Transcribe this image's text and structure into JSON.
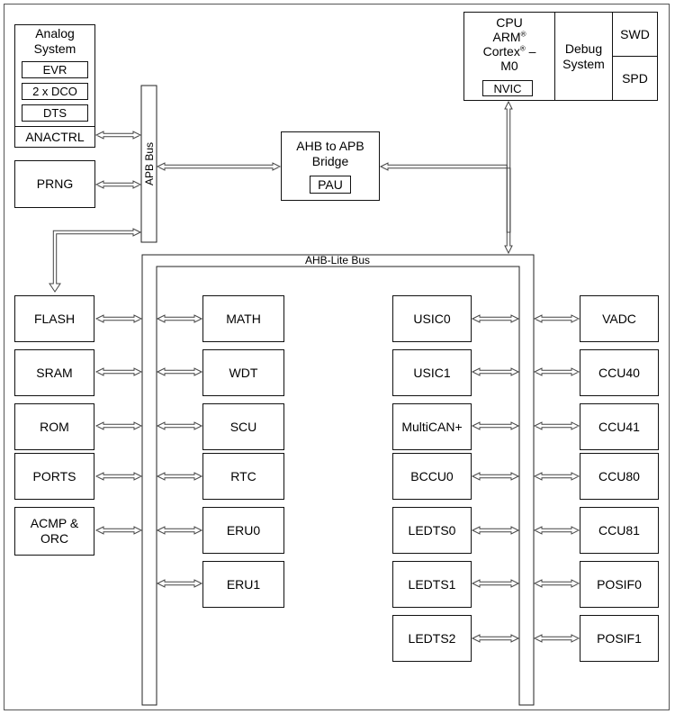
{
  "analog": {
    "title": "Analog System",
    "evr": "EVR",
    "dco": "2 x DCO",
    "dts": "DTS",
    "anactrl": "ANACTRL"
  },
  "prng": "PRNG",
  "apb_bus": "APB Bus",
  "bridge": {
    "title": "AHB to APB Bridge",
    "pau": "PAU"
  },
  "cpu": {
    "l1": "CPU",
    "l2": "ARM",
    "l3": "Cortex",
    "l4": "– M0",
    "reg": "®",
    "nvic": "NVIC"
  },
  "debug": {
    "title": "Debug System",
    "swd": "SWD",
    "spd": "SPD"
  },
  "ahb_bus": "AHB-Lite Bus",
  "col1": [
    "FLASH",
    "SRAM",
    "ROM",
    "PORTS",
    "ACMP & ORC"
  ],
  "col2": [
    "MATH",
    "WDT",
    "SCU",
    "RTC",
    "ERU0",
    "ERU1"
  ],
  "col3": [
    "USIC0",
    "USIC1",
    "MultiCAN+",
    "BCCU0",
    "LEDTS0",
    "LEDTS1",
    "LEDTS2"
  ],
  "col4": [
    "VADC",
    "CCU40",
    "CCU41",
    "CCU80",
    "CCU81",
    "POSIF0",
    "POSIF1"
  ]
}
